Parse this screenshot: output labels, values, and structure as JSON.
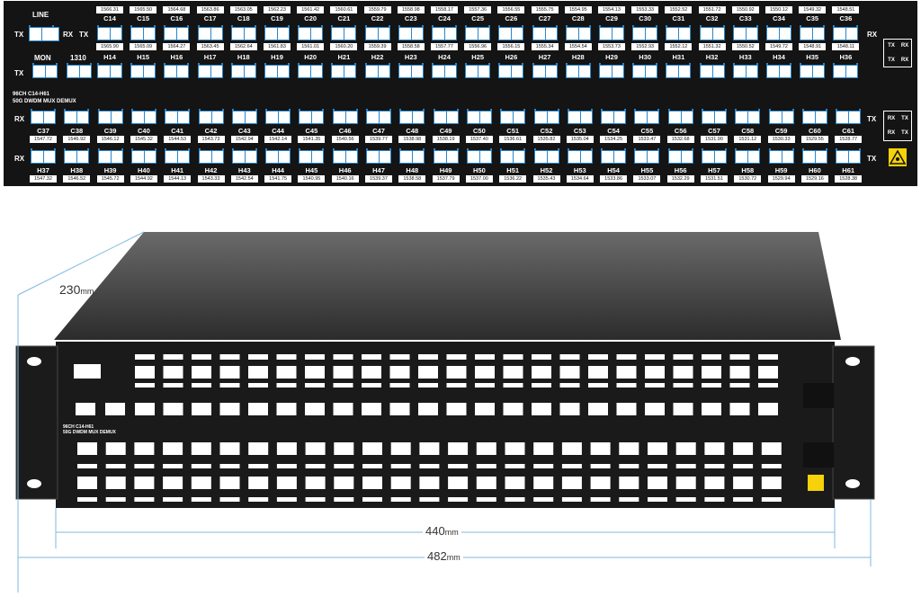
{
  "panel": {
    "model_line1": "96CH C14-H61",
    "model_line2": "50G DWDM MUX DEMUX",
    "line_label": "LINE",
    "mon_label": "MON",
    "p1310_label": "1310",
    "tx": "TX",
    "rx": "RX",
    "row1_channels": [
      "C14",
      "C15",
      "C16",
      "C17",
      "C18",
      "C19",
      "C20",
      "C21",
      "C22",
      "C23",
      "C24",
      "C25",
      "C26",
      "C27",
      "C28",
      "C29",
      "C30",
      "C31",
      "C32",
      "C33",
      "C34",
      "C35",
      "C36"
    ],
    "row1_top_wl": [
      "1566.31",
      "1565.50",
      "1564.68",
      "1563.86",
      "1563.05",
      "1562.23",
      "1561.42",
      "1560.61",
      "1559.79",
      "1558.98",
      "1558.17",
      "1557.36",
      "1556.55",
      "1555.75",
      "1554.95",
      "1554.13",
      "1553.33",
      "1552.52",
      "1551.72",
      "1550.92",
      "1550.12",
      "1549.32",
      "1548.51"
    ],
    "row1_bot_wl": [
      "1565.90",
      "1565.09",
      "1564.27",
      "1563.45",
      "1562.64",
      "1561.83",
      "1561.01",
      "1560.20",
      "1559.39",
      "1558.58",
      "1557.77",
      "1556.96",
      "1556.15",
      "1555.34",
      "1554.54",
      "1553.73",
      "1552.93",
      "1552.12",
      "1551.32",
      "1550.52",
      "1549.72",
      "1548.91",
      "1548.11"
    ],
    "row2_channels": [
      "H14",
      "H15",
      "H16",
      "H17",
      "H18",
      "H19",
      "H20",
      "H21",
      "H22",
      "H23",
      "H24",
      "H25",
      "H26",
      "H27",
      "H28",
      "H29",
      "H30",
      "H31",
      "H32",
      "H33",
      "H34",
      "H35",
      "H36"
    ],
    "row3_channels": [
      "C37",
      "C38",
      "C39",
      "C40",
      "C41",
      "C42",
      "C43",
      "C44",
      "C45",
      "C46",
      "C47",
      "C48",
      "C49",
      "C50",
      "C51",
      "C52",
      "C53",
      "C54",
      "C55",
      "C56",
      "C57",
      "C58",
      "C59",
      "C60",
      "C61"
    ],
    "row3_wl": [
      "1547.72",
      "1546.92",
      "1546.12",
      "1545.32",
      "1544.53",
      "1543.73",
      "1542.94",
      "1542.14",
      "1541.35",
      "1540.56",
      "1539.77",
      "1538.98",
      "1538.19",
      "1537.40",
      "1536.61",
      "1535.82",
      "1535.04",
      "1534.25",
      "1533.47",
      "1532.68",
      "1531.90",
      "1531.12",
      "1530.33",
      "1529.55",
      "1528.77"
    ],
    "row4_channels": [
      "H37",
      "H38",
      "H39",
      "H40",
      "H41",
      "H42",
      "H43",
      "H44",
      "H45",
      "H46",
      "H47",
      "H48",
      "H49",
      "H50",
      "H51",
      "H52",
      "H53",
      "H54",
      "H55",
      "H56",
      "H57",
      "H58",
      "H59",
      "H60",
      "H61"
    ],
    "row4_wl": [
      "1547.32",
      "1546.52",
      "1545.72",
      "1544.92",
      "1544.13",
      "1543.33",
      "1542.54",
      "1541.75",
      "1540.95",
      "1540.16",
      "1539.37",
      "1538.58",
      "1537.79",
      "1537.00",
      "1536.22",
      "1535.43",
      "1534.64",
      "1533.86",
      "1533.07",
      "1532.29",
      "1531.51",
      "1530.72",
      "1529.94",
      "1529.16",
      "1528.38"
    ]
  },
  "device": {
    "brand_line": "96CH C14-H61",
    "brand_line2": "50G DWDM MUX DEMUX"
  },
  "dimensions": {
    "depth": "230",
    "depth_unit": "mm",
    "inner_width": "440",
    "inner_unit": "mm",
    "outer_width": "482",
    "outer_unit": "mm"
  }
}
